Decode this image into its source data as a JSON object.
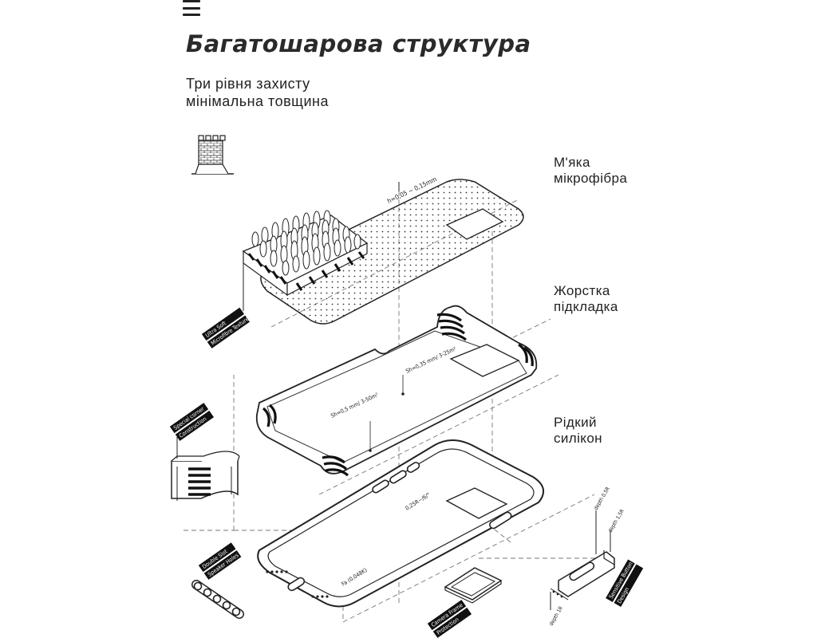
{
  "header": {
    "menu_icon": "hamburger-menu-icon",
    "title": "Багатошарова структура",
    "subtitle_line1": "Три рівня захисту",
    "subtitle_line2": "мінімальна товщина"
  },
  "layers": [
    {
      "line1": "М'яка",
      "line2": "мікрофібра"
    },
    {
      "line1": "Жорстка",
      "line2": "підкладка"
    },
    {
      "line1": "Рідкий",
      "line2": "силікон"
    }
  ],
  "annotations": {
    "microfibre_thickness": "h=0,05 ~ 0,15mm",
    "microfibre_tag_line1": "Ultra Soft",
    "microfibre_tag_line2": "Microfibre Texture",
    "corner_tag_line1": "Special corner",
    "corner_tag_line2": "Construction",
    "shell_spec_1": "Sh=0,35 mm/ 3-25m²",
    "shell_spec_2": "Sh=0,5 mm/ 3-50m²",
    "edge_spec": "0,25R~/6/°",
    "base_spec": "Fa (0,048K)",
    "camera_tag_line1": "Camera Frame",
    "camera_tag_line2": "Protection",
    "dots_tag_line1": "Double Slot",
    "dots_tag_line2": "Speaker Holes",
    "depth_1": "depth 0,5R",
    "depth_2": "depth 1,5R",
    "depth_3": "depth 1R",
    "button_tag_line1": "Sensitive Button",
    "button_tag_line2": "Design"
  },
  "icons": {
    "tower": "castle-tower-icon"
  }
}
